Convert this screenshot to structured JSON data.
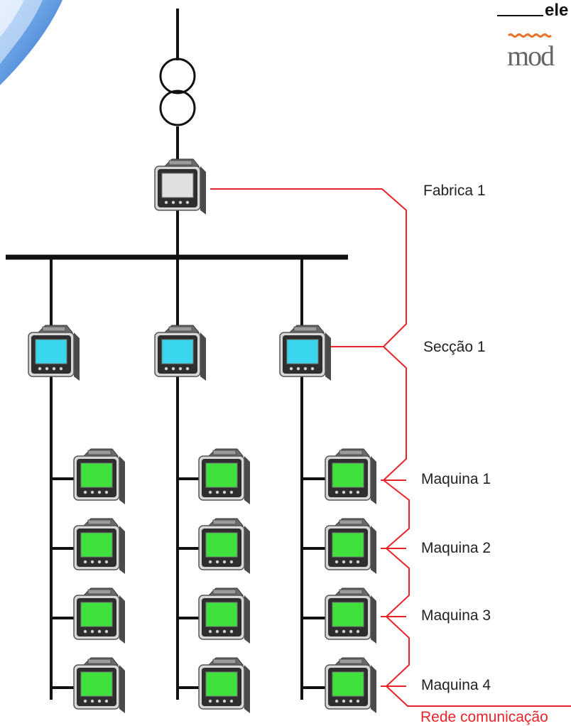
{
  "header": {
    "logo_text": "ele",
    "logo_sub": "mod"
  },
  "labels": {
    "fabrica": "Fabrica 1",
    "seccao": "Secção 1",
    "maquina_1": "Maquina 1",
    "maquina_2": "Maquina 2",
    "maquina_3": "Maquina 3",
    "maquina_4": "Maquina 4",
    "rede": "Rede comunicação"
  },
  "colors": {
    "network_line": "#e8232a",
    "power_line": "#111111",
    "screen_main": "#e0e0e0",
    "screen_section": "#3ad6ee",
    "screen_machine": "#3fe03c",
    "logo_swoosh": "#3b7fd6"
  },
  "icons": {
    "transformer": "transformer-icon",
    "meter": "power-meter-icon"
  }
}
